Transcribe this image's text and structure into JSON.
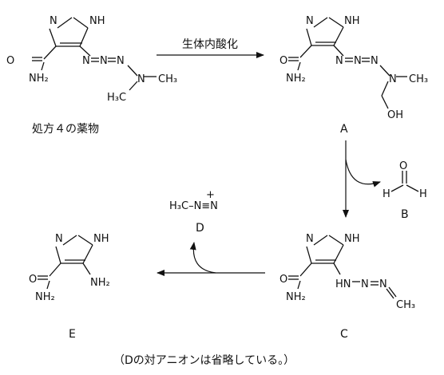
{
  "reaction_label": "生体内酸化",
  "drug_label": "処方４の薬物",
  "compound_labels": {
    "A": "A",
    "B": "B",
    "C": "C",
    "D": "D",
    "E": "E"
  },
  "footnote": "（Dの対アニオンは省略している。）",
  "atoms": {
    "N": "N",
    "NH": "NH",
    "O": "O",
    "OH": "OH",
    "H": "H",
    "NH2": "NH₂",
    "CH3": "CH₃",
    "H3C": "H₃C",
    "HN": "HN",
    "plus": "+",
    "D_cation": "H₃C–N≡N"
  }
}
